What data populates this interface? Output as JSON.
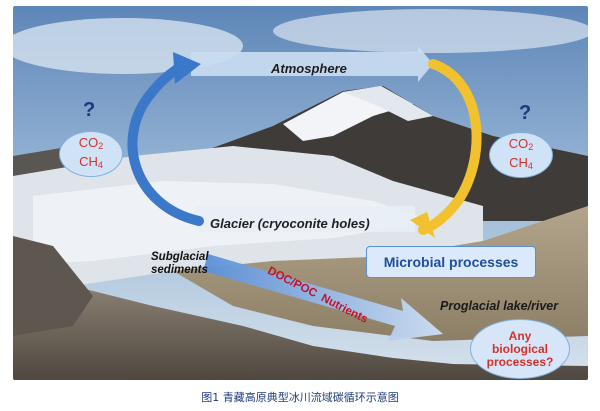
{
  "diagram": {
    "nodes": {
      "atmosphere": "Atmosphere",
      "glacier": "Glacier (cryoconite holes)",
      "subglacial_line1": "Subglacial",
      "subglacial_line2": "sediments",
      "microbial": "Microbial processes",
      "proglacial": "Proglacial lake/river"
    },
    "flows": {
      "doc_poc": "DOC/POC",
      "nutrients": "Nutrients"
    },
    "gases": {
      "left": {
        "question": "?",
        "co2_base": "CO",
        "co2_sub": "2",
        "ch4_base": "CH",
        "ch4_sub": "4"
      },
      "right": {
        "question": "?",
        "co2_base": "CO",
        "co2_sub": "2",
        "ch4_base": "CH",
        "ch4_sub": "4"
      }
    },
    "biological_question": {
      "line1": "Any",
      "line2": "biological",
      "line3": "processes?"
    }
  },
  "caption": "图1 青藏高原典型冰川流域碳循环示意图",
  "colors": {
    "blue_arrow": "#3b78c9",
    "yellow_arrow": "#f2c12e",
    "atmo_box": "#c9dcf1",
    "doc_text": "#c3112a",
    "gas_text": "#d4322a",
    "caption": "#1e3d7a"
  },
  "icons": {
    "blue_curved_arrow": "curved-arrow-icon",
    "yellow_curved_arrow": "curved-arrow-icon",
    "doc_arrow": "wide-arrow-icon"
  }
}
